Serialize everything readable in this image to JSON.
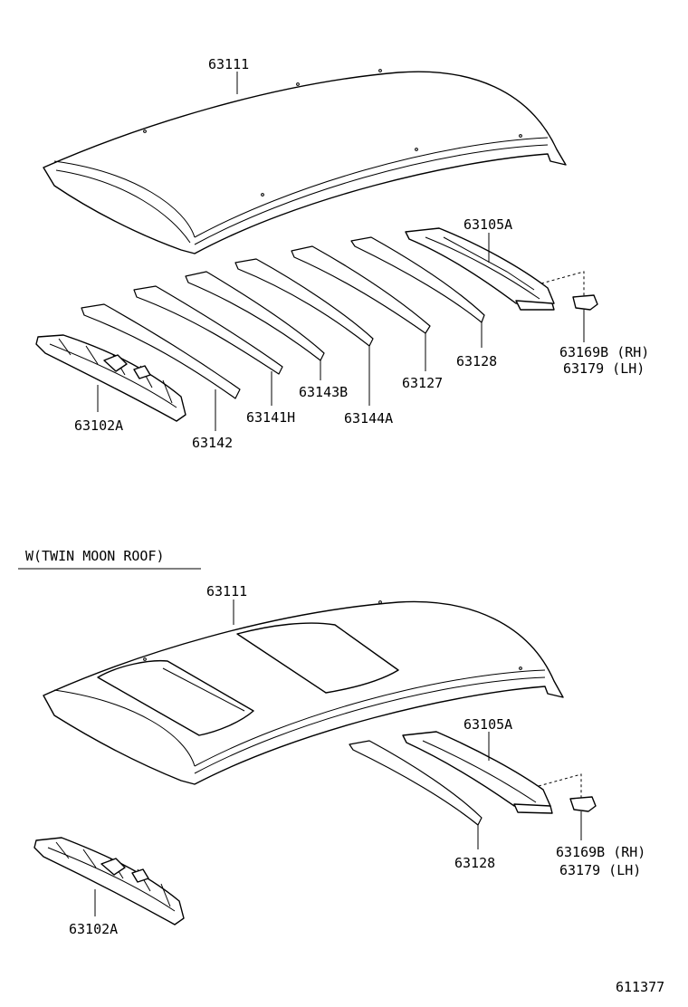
{
  "top": {
    "roof_panel": "63111",
    "rear_rail": "63105A",
    "bracket_rh": "63169B (RH)",
    "bracket_lh": "63179 (LH)",
    "bow_63128": "63128",
    "bow_63127": "63127",
    "bow_63144a": "63144A",
    "bow_63143b": "63143B",
    "bow_63141h": "63141H",
    "bow_63142": "63142",
    "front_rail": "63102A"
  },
  "variant": {
    "heading": "W(TWIN MOON ROOF)",
    "roof_panel": "63111",
    "rear_rail": "63105A",
    "bow_63128": "63128",
    "bracket_rh": "63169B (RH)",
    "bracket_lh": "63179 (LH)",
    "front_rail": "63102A"
  },
  "diagram_number": "611377"
}
